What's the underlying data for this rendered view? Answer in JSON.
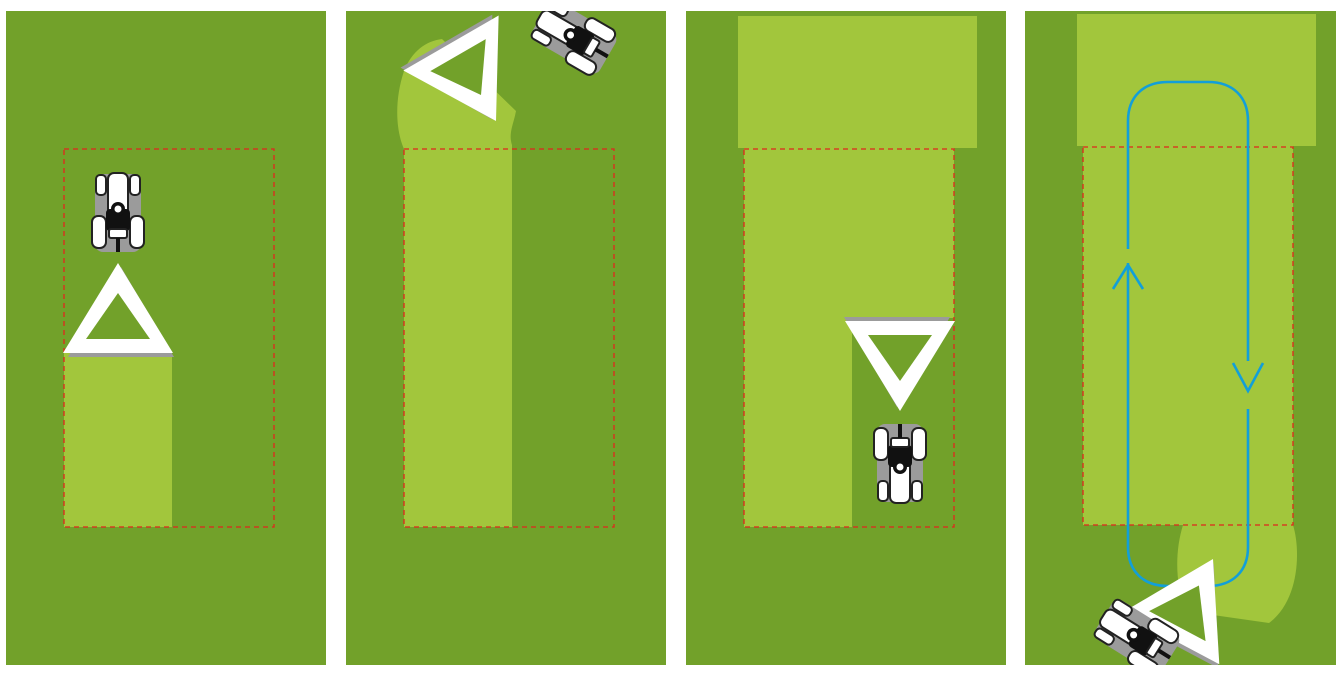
{
  "colors": {
    "field": "#72a12a",
    "worked": "#a2c63c",
    "boundary": "#e0271d",
    "path": "#129fd9",
    "implement": "#ffffff",
    "shadow": "#9b9b9b",
    "tractor_body": "#ffffff",
    "tractor_cab": "#111111"
  },
  "panels": [
    {
      "id": "p1",
      "step": 1,
      "tractor_icon": "tractor-icon",
      "implement_icon": "triangle-implement-icon"
    },
    {
      "id": "p2",
      "step": 2,
      "tractor_icon": "tractor-icon",
      "implement_icon": "triangle-implement-icon"
    },
    {
      "id": "p3",
      "step": 3,
      "tractor_icon": "tractor-icon",
      "implement_icon": "triangle-implement-icon"
    },
    {
      "id": "p4",
      "step": 4,
      "tractor_icon": "tractor-icon",
      "implement_icon": "triangle-implement-icon",
      "path_icon": "loop-path-icon"
    }
  ]
}
